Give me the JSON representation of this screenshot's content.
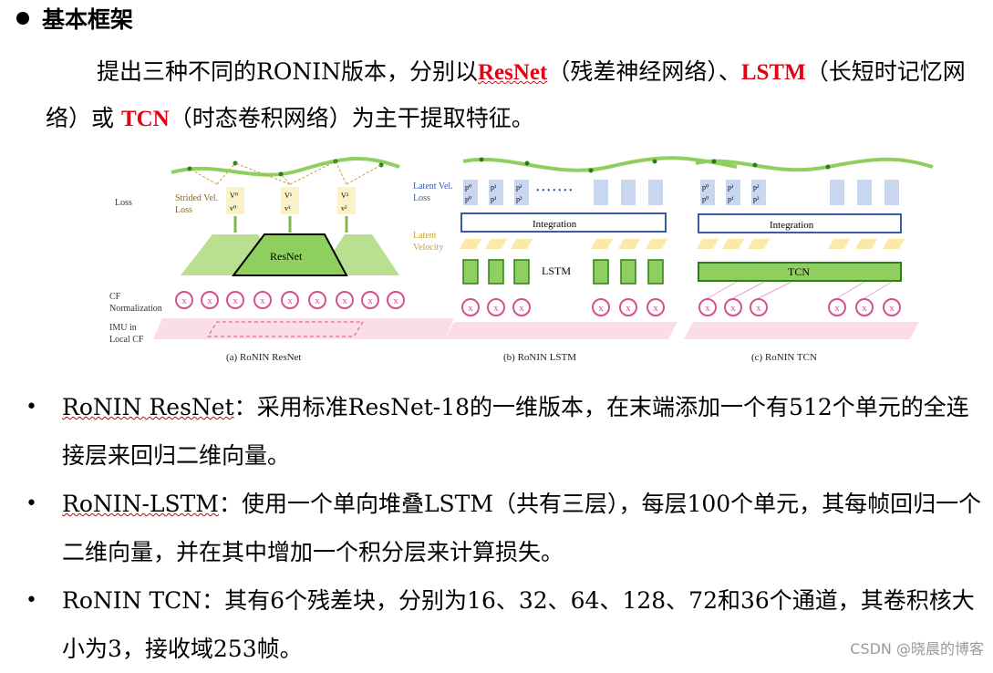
{
  "heading": {
    "text": "基本框架"
  },
  "intro": {
    "part1": "提出三种不同的RONIN版本，分别以",
    "resnet": "ResNet",
    "part2": "（残差神经网络）、",
    "lstm": "LSTM",
    "part3": "（长短时记忆网络）或 ",
    "tcn": "TCN",
    "part4": "（时态卷积网络）为主干提取特征。"
  },
  "figure": {
    "left_labels": [
      "Loss",
      "CF",
      "Normalization",
      "IMU in",
      "Local CF"
    ],
    "a": {
      "caption": "(a) RoNIN ResNet",
      "strided_1": "Strided Vel.",
      "strided_2": "Loss",
      "block": "ResNet",
      "v_top": [
        "V⁰",
        "V¹",
        "V²"
      ],
      "v_bot": [
        "v⁰",
        "v¹",
        "v²"
      ]
    },
    "b": {
      "caption": "(b) RoNIN LSTM",
      "latent_vel_1": "Latent Vel.",
      "latent_vel_2": "Loss",
      "latent_1": "Latent",
      "latent_2": "Velocity",
      "integration": "Integration",
      "block": "LSTM",
      "p_top": [
        "p⁰",
        "p¹",
        "p²"
      ],
      "p_bot": [
        "p⁰",
        "p¹",
        "p²"
      ]
    },
    "c": {
      "caption": "(c) RoNIN TCN",
      "integration": "Integration",
      "block": "TCN",
      "p_top": [
        "p⁰",
        "p¹",
        "p²"
      ],
      "p_bot": [
        "p⁰",
        "p¹",
        "p²"
      ]
    },
    "x_mark": "x",
    "colors": {
      "green": "#8fcf5f",
      "green_dark": "#2e7d1c",
      "pink": "#d64f8e",
      "blue": "#3a5ba8",
      "gold": "#c8a23a"
    }
  },
  "bullets": [
    {
      "name": "RoNIN ResNet",
      "text": "：采用标准ResNet-18的一维版本，在末端添加一个有512个单元的全连接层来回归二维向量。"
    },
    {
      "name": "RoNIN-LSTM",
      "text": "：使用一个单向堆叠LSTM（共有三层），每层100个单元，其每帧回归一个二维向量，并在其中增加一个积分层来计算损失。"
    },
    {
      "name": "RoNIN TCN",
      "text": "：其有6个残差块，分别为16、32、64、128、72和36个通道，其卷积核大小为3，接收域253帧。"
    }
  ],
  "watermark": "CSDN @晓晨的博客"
}
